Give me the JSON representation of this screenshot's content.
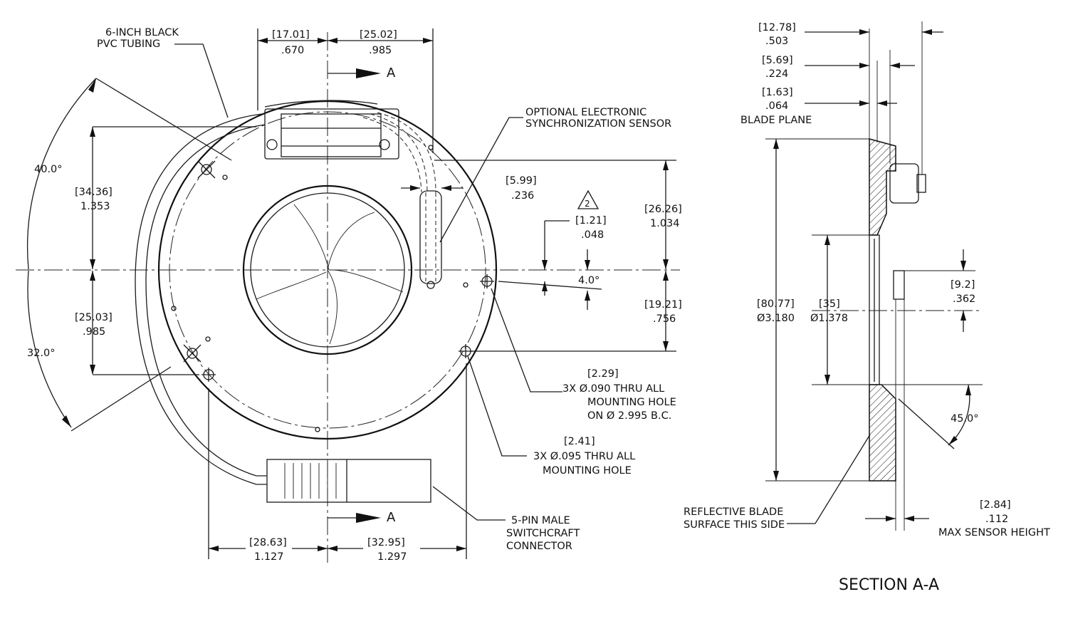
{
  "labels": {
    "tubing_l1": "6-INCH BLACK",
    "tubing_l2": "PVC TUBING",
    "sensor_l1": "OPTIONAL ELECTRONIC",
    "sensor_l2": "SYNCHRONIZATION SENSOR",
    "conn_l1": "5-PIN MALE",
    "conn_l2": "SWITCHCRAFT",
    "conn_l3": "CONNECTOR",
    "holeA_mm": "[2.29]",
    "holeA_l1": "3X  Ø.090 THRU ALL",
    "holeA_l2": "MOUNTING HOLE",
    "holeA_l3": "ON Ø 2.995 B.C.",
    "holeB_mm": "[2.41]",
    "holeB_l1": "3X  Ø.095 THRU ALL",
    "holeB_l2": "MOUNTING HOLE",
    "section_marker": "A",
    "blade_plane": "BLADE PLANE",
    "reflective_l1": "REFLECTIVE BLADE",
    "reflective_l2": "SURFACE THIS SIDE",
    "max_sensor": "MAX SENSOR HEIGHT",
    "section_title": "SECTION A-A",
    "note_flag": "2"
  },
  "dims_front": {
    "d1_mm": "[17.01]",
    "d1_in": ".670",
    "d2_mm": "[25.02]",
    "d2_in": ".985",
    "d3_mm": "[34.36]",
    "d3_in": "1.353",
    "d4_mm": "[25.03]",
    "d4_in": ".985",
    "d5_mm": "[5.99]",
    "d5_in": ".236",
    "d6_mm": "[1.21]",
    "d6_in": ".048",
    "d7_mm": "[26.26]",
    "d7_in": "1.034",
    "d8_mm": "[19.21]",
    "d8_in": ".756",
    "d9_mm": "[28.63]",
    "d9_in": "1.127",
    "d10_mm": "[32.95]",
    "d10_in": "1.297",
    "ang1": "40.0°",
    "ang2": "32.0°",
    "ang3": "4.0°"
  },
  "dims_section": {
    "s1_mm": "[12.78]",
    "s1_in": ".503",
    "s2_mm": "[5.69]",
    "s2_in": ".224",
    "s3_mm": "[1.63]",
    "s3_in": ".064",
    "s4_mm": "[80.77]",
    "s4_in": "Ø3.180",
    "s5_mm": "[35]",
    "s5_in": "Ø1.378",
    "s6_mm": "[9.2]",
    "s6_in": ".362",
    "s7_mm": "[2.84]",
    "s7_in": ".112",
    "ang4": "45.0°"
  }
}
